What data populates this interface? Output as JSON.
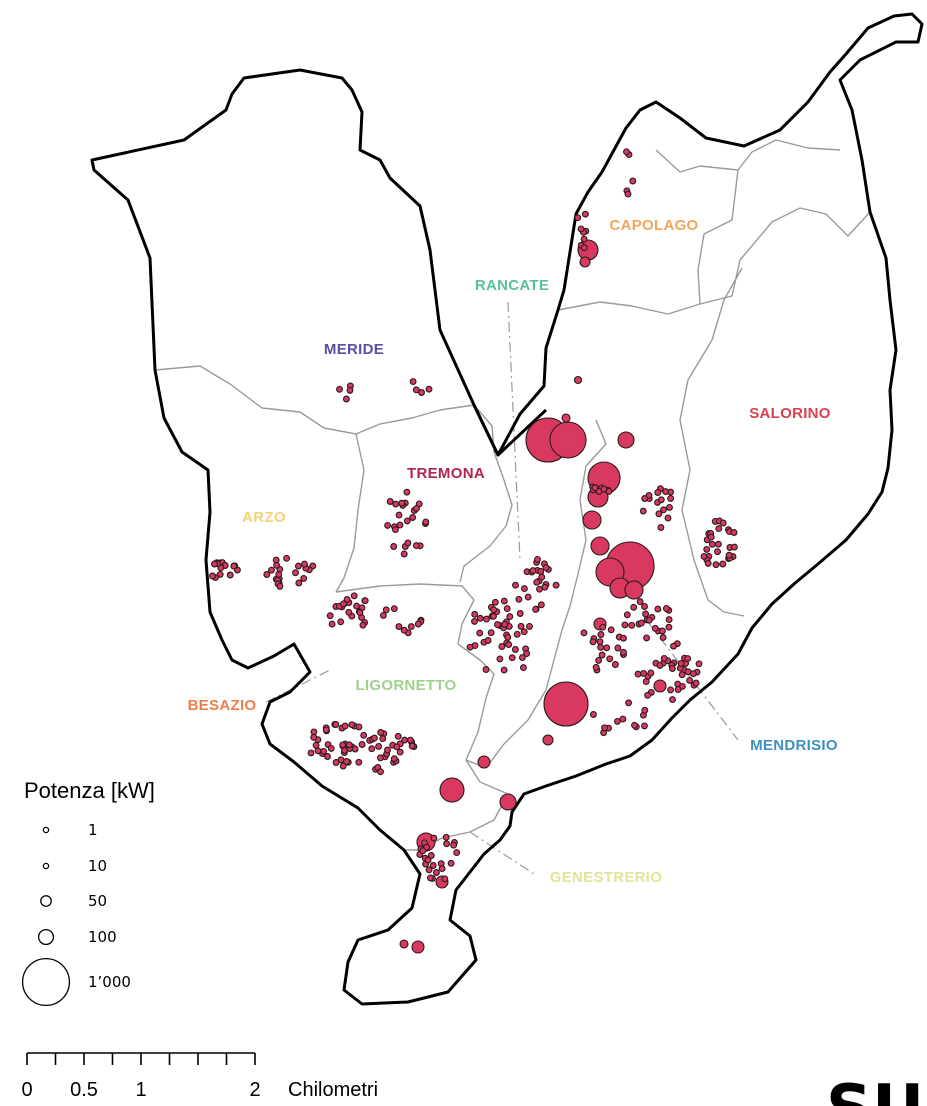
{
  "map": {
    "municipalities": [
      {
        "name": "CAPOLAGO",
        "color": "#f2a65a"
      },
      {
        "name": "RANCATE",
        "color": "#5bbf9f"
      },
      {
        "name": "MERIDE",
        "color": "#5b4fa3"
      },
      {
        "name": "SALORINO",
        "color": "#d94050"
      },
      {
        "name": "TREMONA",
        "color": "#b0254d"
      },
      {
        "name": "ARZO",
        "color": "#f4d27a"
      },
      {
        "name": "LIGORNETTO",
        "color": "#9fd18b"
      },
      {
        "name": "BESAZIO",
        "color": "#ef7e48"
      },
      {
        "name": "MENDRISIO",
        "color": "#3d8fc4"
      },
      {
        "name": "GENESTRERIO",
        "color": "#e3e49a"
      }
    ],
    "point_fill": "#d9395e",
    "point_stroke": "#2a1a1e"
  },
  "legend": {
    "title": "Potenza [kW]",
    "items": [
      {
        "label": "1",
        "kw": 1
      },
      {
        "label": "10",
        "kw": 10
      },
      {
        "label": "50",
        "kw": 50
      },
      {
        "label": "100",
        "kw": 100
      },
      {
        "label": "1’000",
        "kw": 1000
      }
    ]
  },
  "scale_bar": {
    "ticks": [
      "0",
      "0.5",
      "1",
      "2"
    ],
    "unit": "Chilometri"
  },
  "logo": {
    "text": "SUPSI"
  }
}
